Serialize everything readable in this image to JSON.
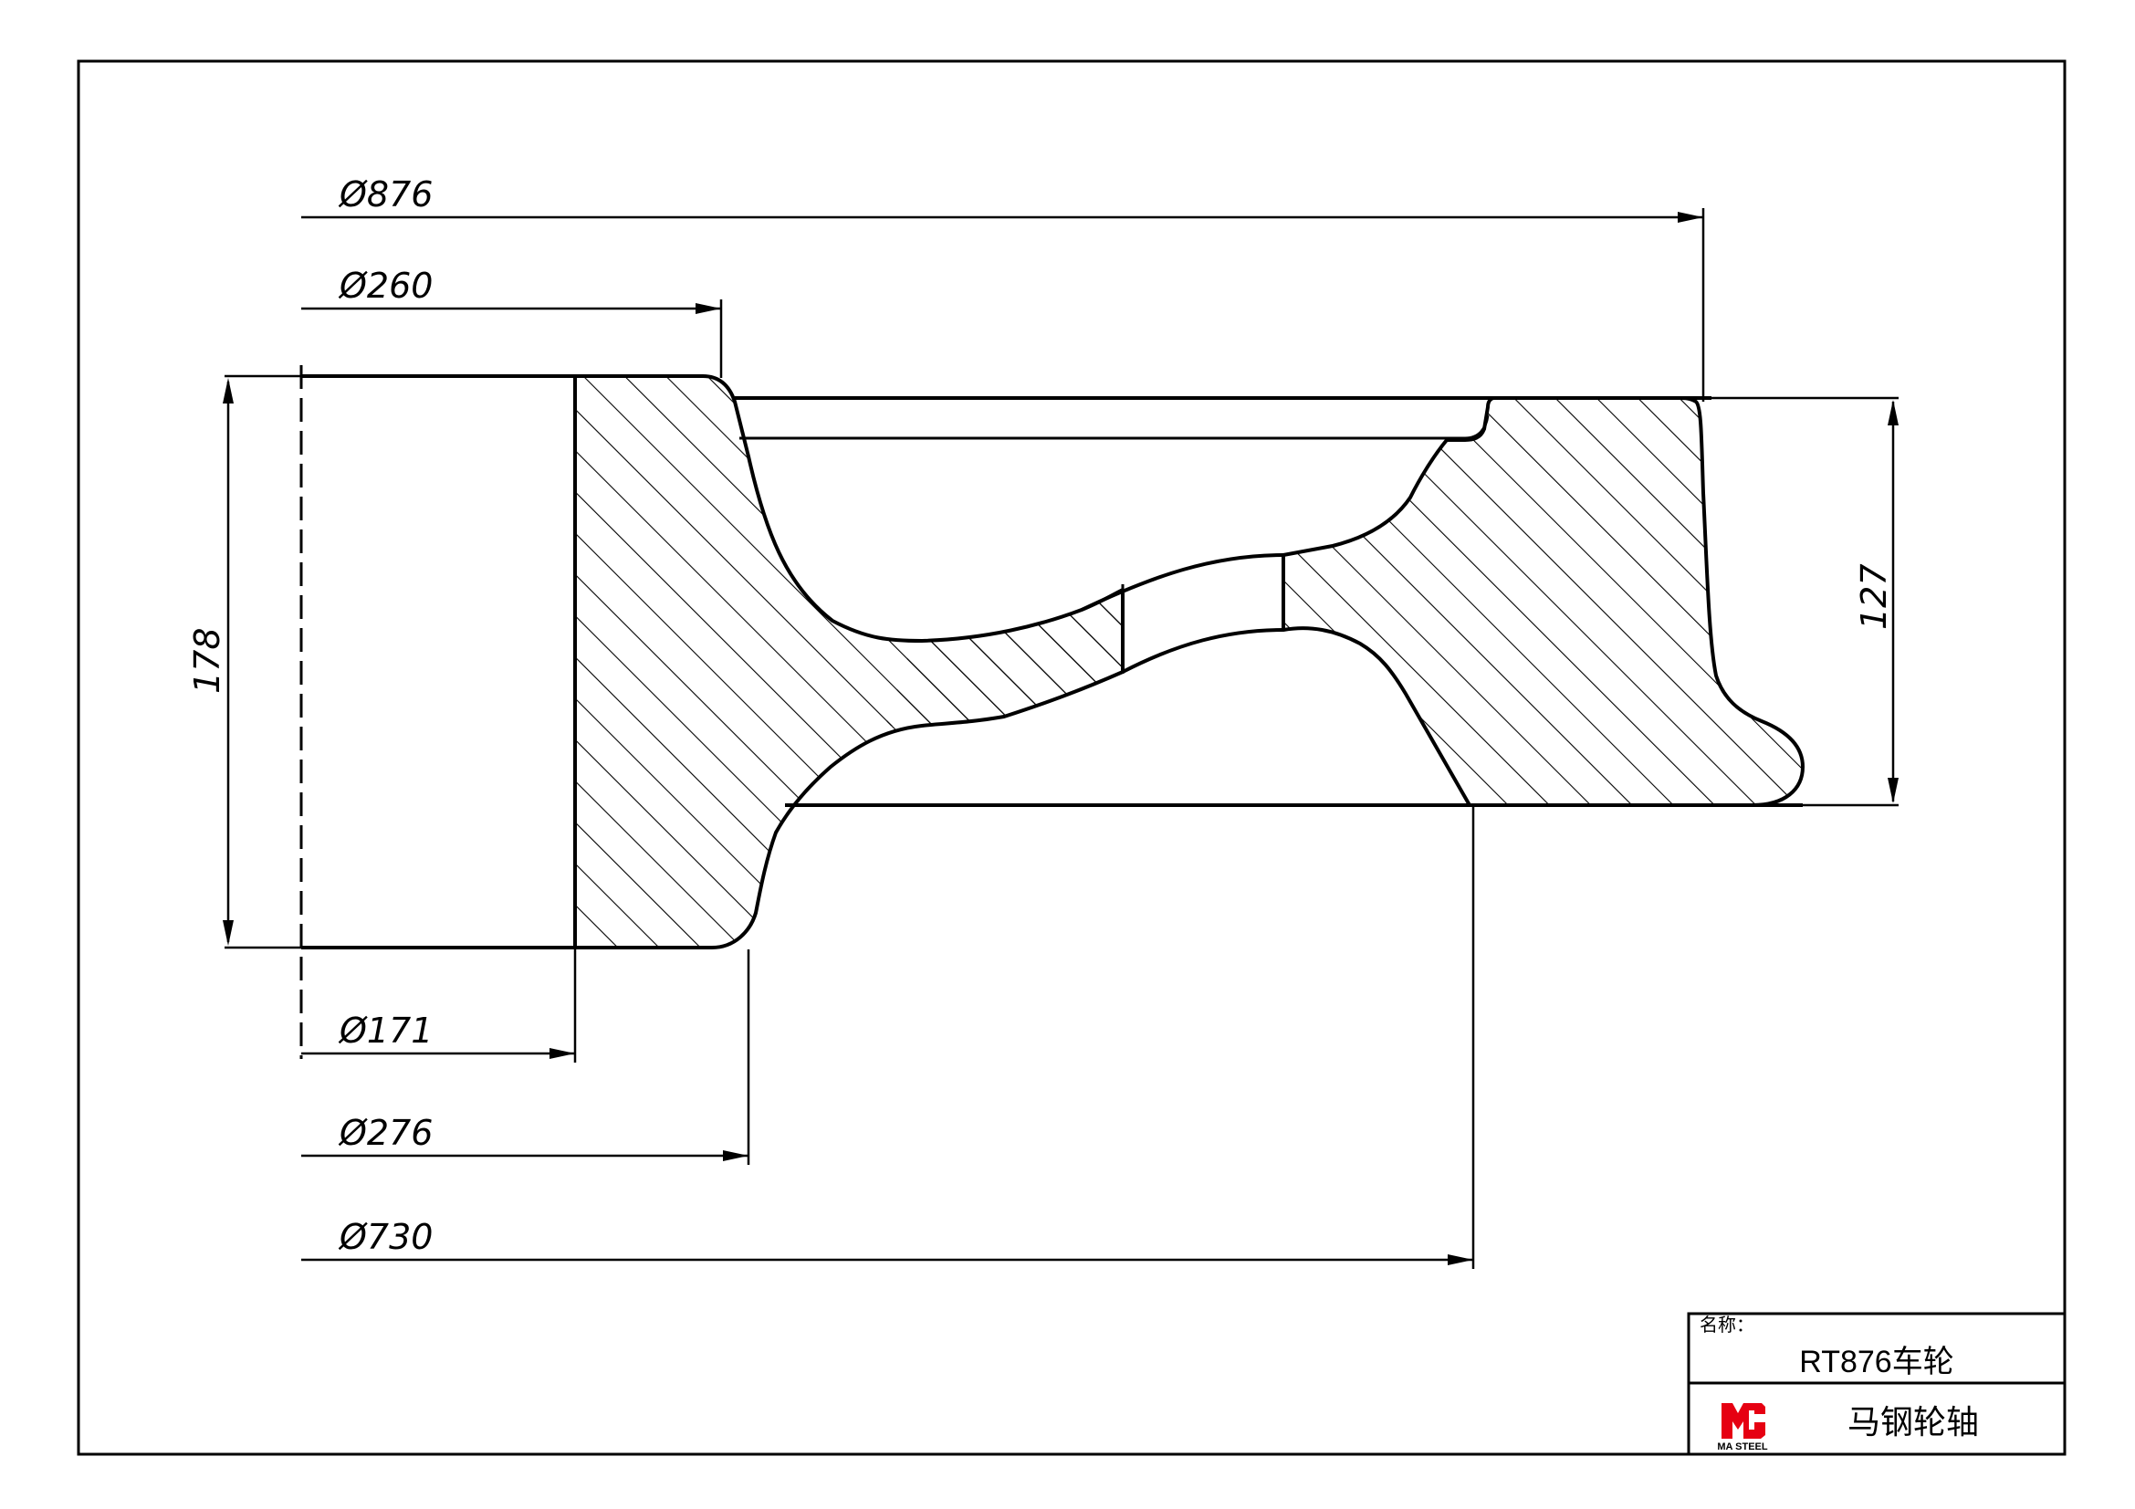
{
  "dimensions": {
    "d876": "Ø876",
    "d260": "Ø260",
    "h178": "178",
    "h127": "127",
    "d171": "Ø171",
    "d276": "Ø276",
    "d730": "Ø730"
  },
  "title_block": {
    "name_label": "名称：",
    "name_value": "RT876车轮",
    "company": "马钢轮轴",
    "logo_text": "MA STEEL",
    "logo_color": "#e60012"
  }
}
